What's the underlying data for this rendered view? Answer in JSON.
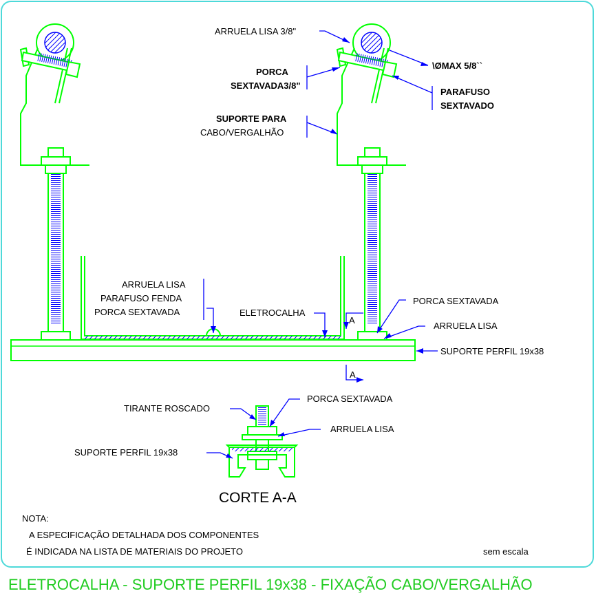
{
  "labels": {
    "arruela_lisa_3_8": "ARRUELA LISA 3/8\"",
    "phi_max": "\\ØMAX 5/8``",
    "porca_line1": "PORCA",
    "porca_line2": "SEXTAVADA3/8\"",
    "parafuso_line1": "PARAFUSO",
    "parafuso_line2": "SEXTAVADO",
    "suporte_para_line1": "SUPORTE PARA",
    "suporte_para_line2": "CABO/VERGALHÃO",
    "arruela_lisa_left": "ARRUELA LISA",
    "parafuso_fenda": "PARAFUSO FENDA",
    "porca_sextavada_left": "PORCA SEXTAVADA",
    "eletrocalha": "ELETROCALHA",
    "section_mark_top": "A",
    "section_mark_bottom": "A",
    "porca_sextavada_right": "PORCA SEXTAVADA",
    "arruela_lisa_right": "ARRUELA LISA",
    "suporte_perfil_main": "SUPORTE PERFIL 19x38",
    "tirante_roscado": "TIRANTE ROSCADO",
    "porca_sextavada_section": "PORCA SEXTAVADA",
    "arruela_lisa_section": "ARRUELA LISA",
    "suporte_perfil_section": "SUPORTE PERFIL 19x38",
    "corte_title": "CORTE A-A"
  },
  "notes": {
    "heading": "NOTA:",
    "line1": "A ESPECIFICAÇÃO DETALHADA DOS COMPONENTES",
    "line2": "É INDICADA NA LISTA DE MATERIAIS DO PROJETO",
    "scale": "sem escala"
  },
  "caption": "ELETROCALHA - SUPORTE PERFIL 19x38 - FIXAÇÃO CABO/VERGALHÃO",
  "colors": {
    "frame": "#4dd9d9",
    "component": "#00ff00",
    "leader": "#0000ff",
    "caption": "#22cc22"
  }
}
